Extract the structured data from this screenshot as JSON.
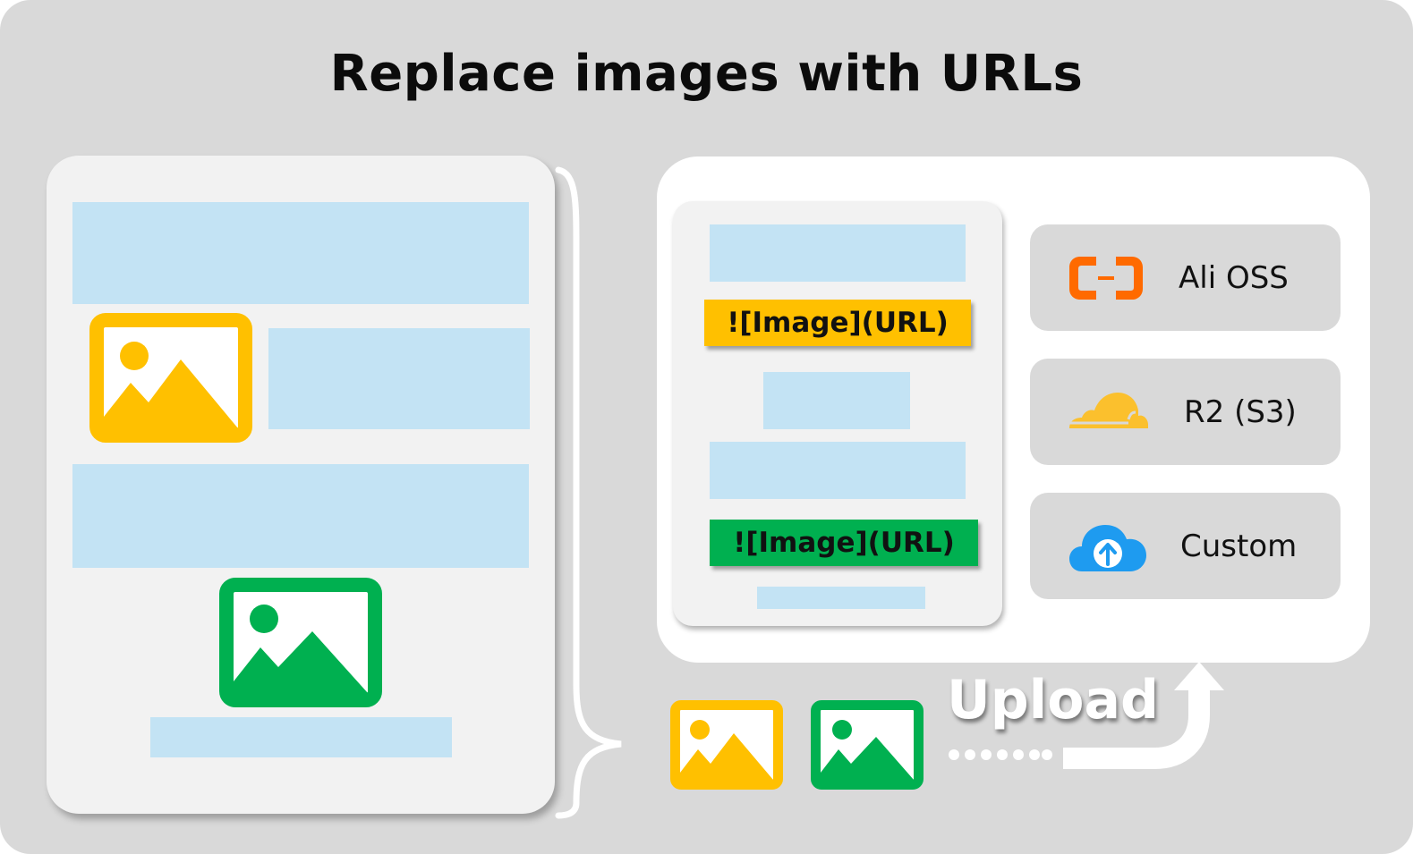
{
  "title": "Replace images with URLs",
  "markdown_tags": {
    "first": "![Image](URL)",
    "second": "![Image](URL)"
  },
  "providers": [
    {
      "label": "Ali OSS",
      "icon": "aliyun-icon"
    },
    {
      "label": "R2 (S3)",
      "icon": "cloudflare-icon"
    },
    {
      "label": "Custom",
      "icon": "cloud-upload-icon"
    }
  ],
  "upload_label": "Upload",
  "colors": {
    "background": "#d9d9d9",
    "yellow": "#ffc000",
    "green": "#00b050",
    "text_block": "#c3e3f4",
    "ali_orange": "#ff6a00",
    "cloudflare": "#fbc02d",
    "cloud_blue": "#1e9bf0"
  }
}
